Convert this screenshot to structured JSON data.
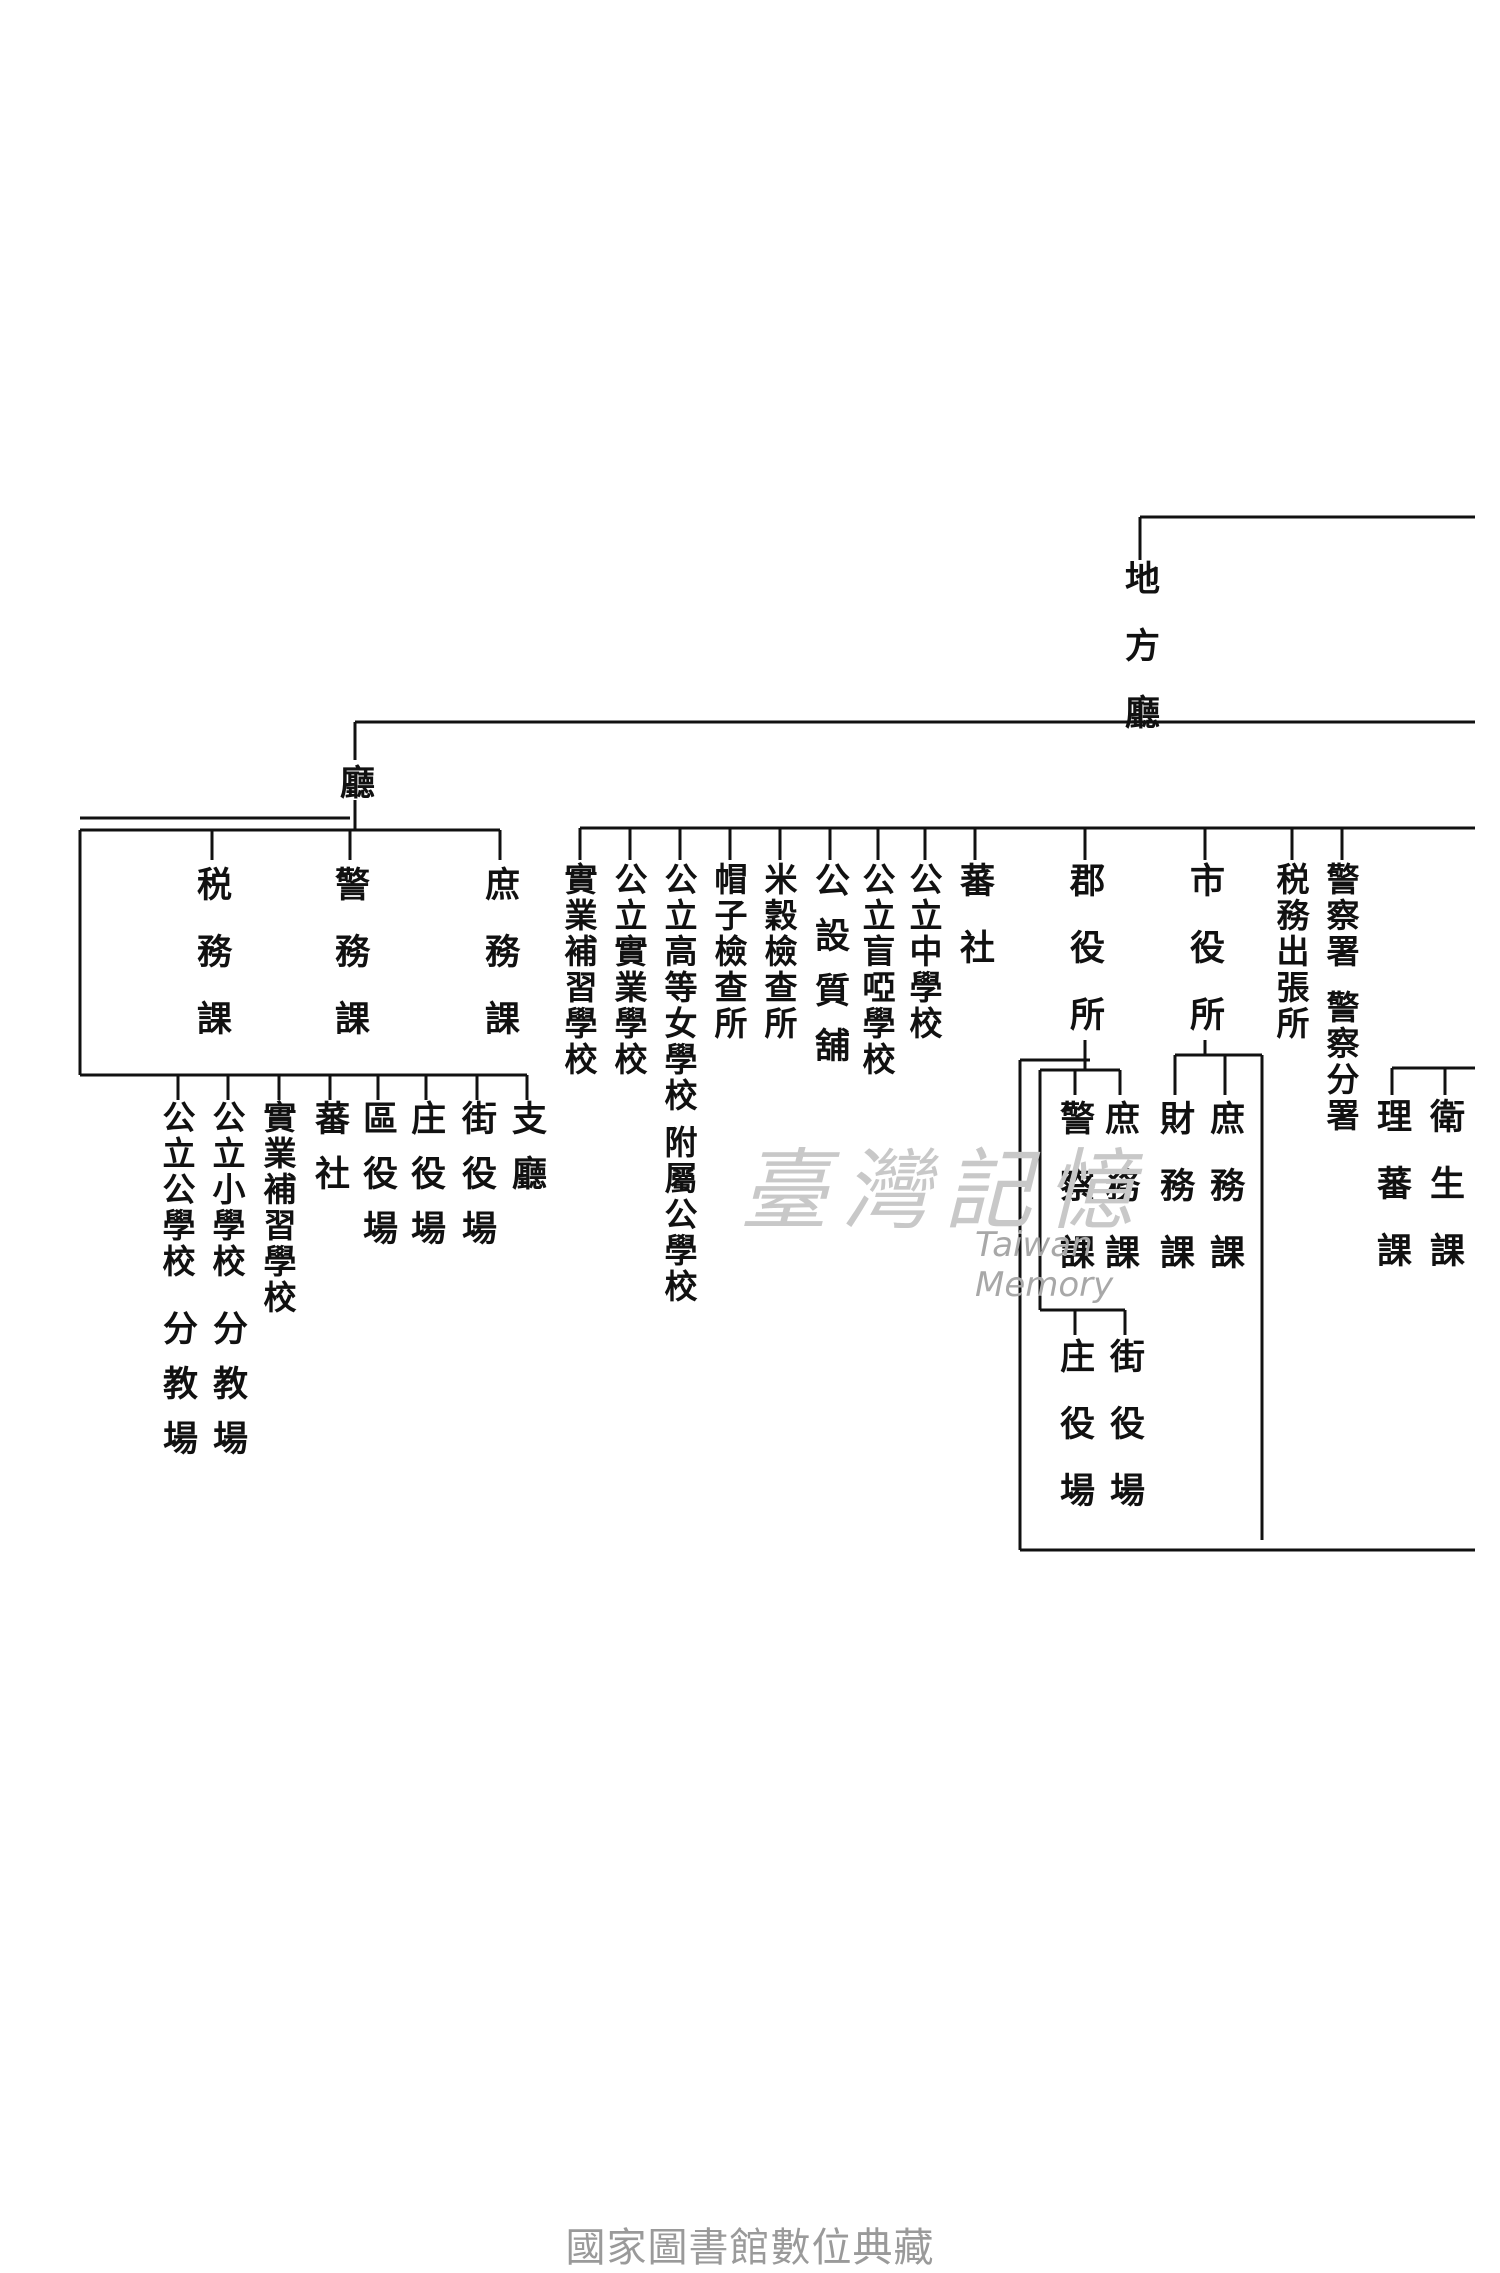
{
  "org_chart": {
    "top": "地方廳",
    "ting": "廳",
    "ting_sections": [
      "庶務課",
      "警務課",
      "税務課"
    ],
    "ting_subordinates": [
      "支廳",
      "街役場",
      "庄役場",
      "區役場",
      "蕃社",
      "實業補習學校",
      "公立小學校",
      "公立公學校"
    ],
    "branch_school": "分教場",
    "zhou_units": [
      "實業補習學校",
      "公立實業學校",
      "公立高等女學校",
      "附屬公學校",
      "帽子檢查所",
      "米穀檢查所",
      "公設質舖",
      "公立盲啞學校",
      "公立中學校",
      "蕃社"
    ],
    "gun": "郡役所",
    "gun_sections": [
      "庶務課",
      "警察課"
    ],
    "gun_subordinates": [
      "街役場",
      "庄役場"
    ],
    "shi": "市役所",
    "shi_sections": [
      "庶務課",
      "財務課"
    ],
    "tax": "税務出張所",
    "police": "警察署",
    "police_branch": "警察分署",
    "health": [
      "衛生課",
      "理蕃課"
    ]
  },
  "watermark": {
    "title": "臺灣記憶",
    "subtitle": "Taiwan Memory"
  },
  "footer": "國家圖書館數位典藏"
}
